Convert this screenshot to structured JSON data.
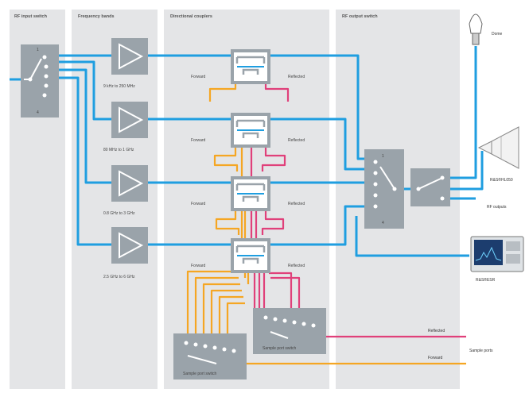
{
  "colors": {
    "panel": "#e4e5e7",
    "box": "#9aa3aa",
    "rf_line": "#1f9ee0",
    "forward_line": "#f5a623",
    "reflected_line": "#e0407a"
  },
  "sections": {
    "rf_input_switch": "RF input switch",
    "frequency_bands": "Frequency bands",
    "directional_couplers": "Directional couplers",
    "rf_output_switch": "RF output switch"
  },
  "bands": [
    "9 kHz to 250 MHz",
    "80 MHz to 1 GHz",
    "0.8 GHz to 3 GHz",
    "2.5 GHz to 6 GHz"
  ],
  "coupler_labels": {
    "forward": "Forward",
    "reflected": "Reflected"
  },
  "switch_labels": {
    "sample_port_switch": "Sample port switch"
  },
  "switch_ports": {
    "in_top": "1",
    "in_bottom": "4",
    "out_top": "1",
    "out_bottom": "4"
  },
  "outputs": {
    "dome": "Dome",
    "antenna": "R&S®HL050",
    "rf_outputs": "RF outputs",
    "analyzer": "R&S®ESR",
    "reflected": "Reflected",
    "forward": "Forward",
    "sample_ports": "Sample ports"
  },
  "icons": {
    "amplifier": "amplifier-triangle-icon",
    "coupler": "directional-coupler-icon",
    "dome": "dome-antenna-icon",
    "horn": "horn-antenna-icon",
    "analyzer": "spectrum-analyzer-icon"
  }
}
